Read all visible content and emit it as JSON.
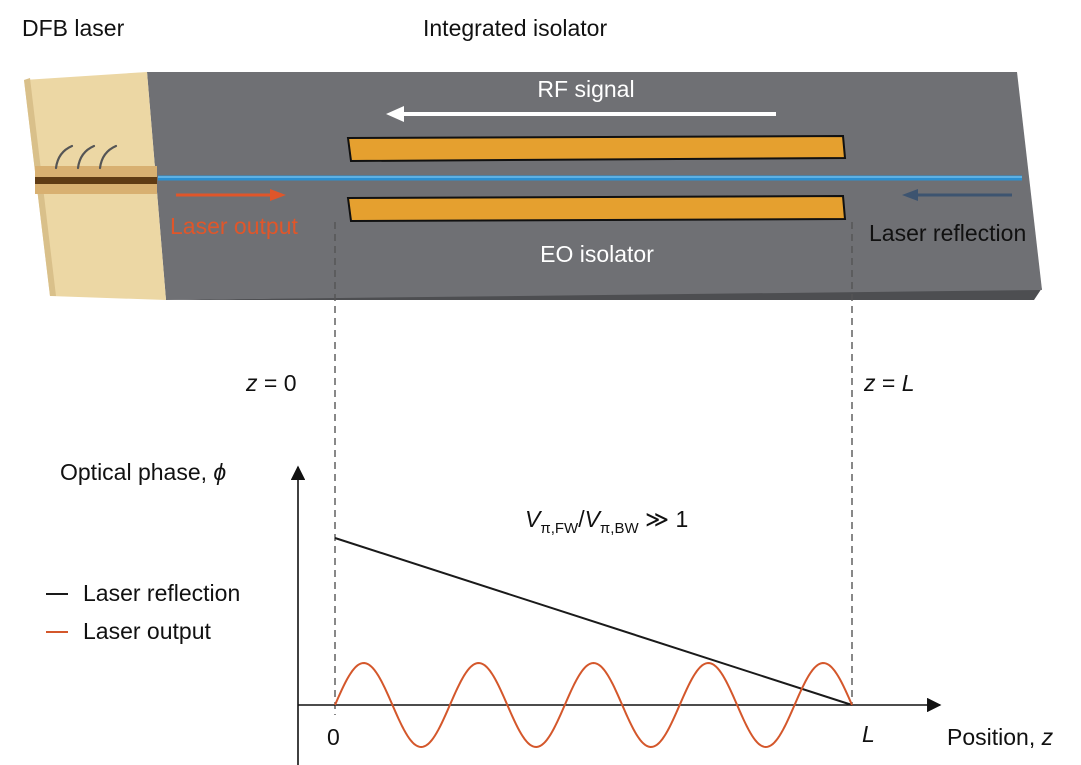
{
  "labels": {
    "dfb_laser": "DFB laser",
    "integrated_isolator": "Integrated isolator",
    "rf_signal": "RF signal",
    "laser_output_chip": "Laser output",
    "laser_reflection_chip": "Laser reflection",
    "eo_isolator": "EO isolator",
    "z0_var": "z",
    "z0_eq": " = 0",
    "zL_var": "z",
    "zL_eq": " = ",
    "zL_L": "L",
    "y_axis_title": "Optical phase, ",
    "y_axis_phi": "ϕ",
    "x_axis_title": "Position, ",
    "x_axis_z": "z",
    "tick_0": "0",
    "tick_L": "L",
    "ratio_V1": "V",
    "ratio_sub1": "π,FW",
    "ratio_slash": "/",
    "ratio_V2": "V",
    "ratio_sub2": "π,BW",
    "ratio_rest": " ≫ 1"
  },
  "legend": [
    {
      "label": "Laser reflection",
      "color": "#1a1a1a"
    },
    {
      "label": "Laser output",
      "color": "#d4572b"
    }
  ],
  "colors": {
    "chip": "#6f7074",
    "chip_dark": "#58595c",
    "laser_chip": "#ecd7a4",
    "electrode": "#e5a02f",
    "waveguide": "#2b8fd0",
    "output_arrow": "#e0562a",
    "reflection_arrow": "#3d5470",
    "reflection_line": "#1a1a1a",
    "output_wave": "#d4572b"
  },
  "chart_data": {
    "type": "line",
    "xlabel": "Position, z",
    "ylabel": "Optical phase, ϕ",
    "x_ticks": [
      "0",
      "L"
    ],
    "annotation": "Vπ,FW/Vπ,BW ≫ 1",
    "series": [
      {
        "name": "Laser reflection",
        "shape": "linear decrease from maximum at z = 0 to zero at z = L"
      },
      {
        "name": "Laser output",
        "shape": "sinusoidal oscillation about zero",
        "cycles": 4.5
      }
    ]
  }
}
